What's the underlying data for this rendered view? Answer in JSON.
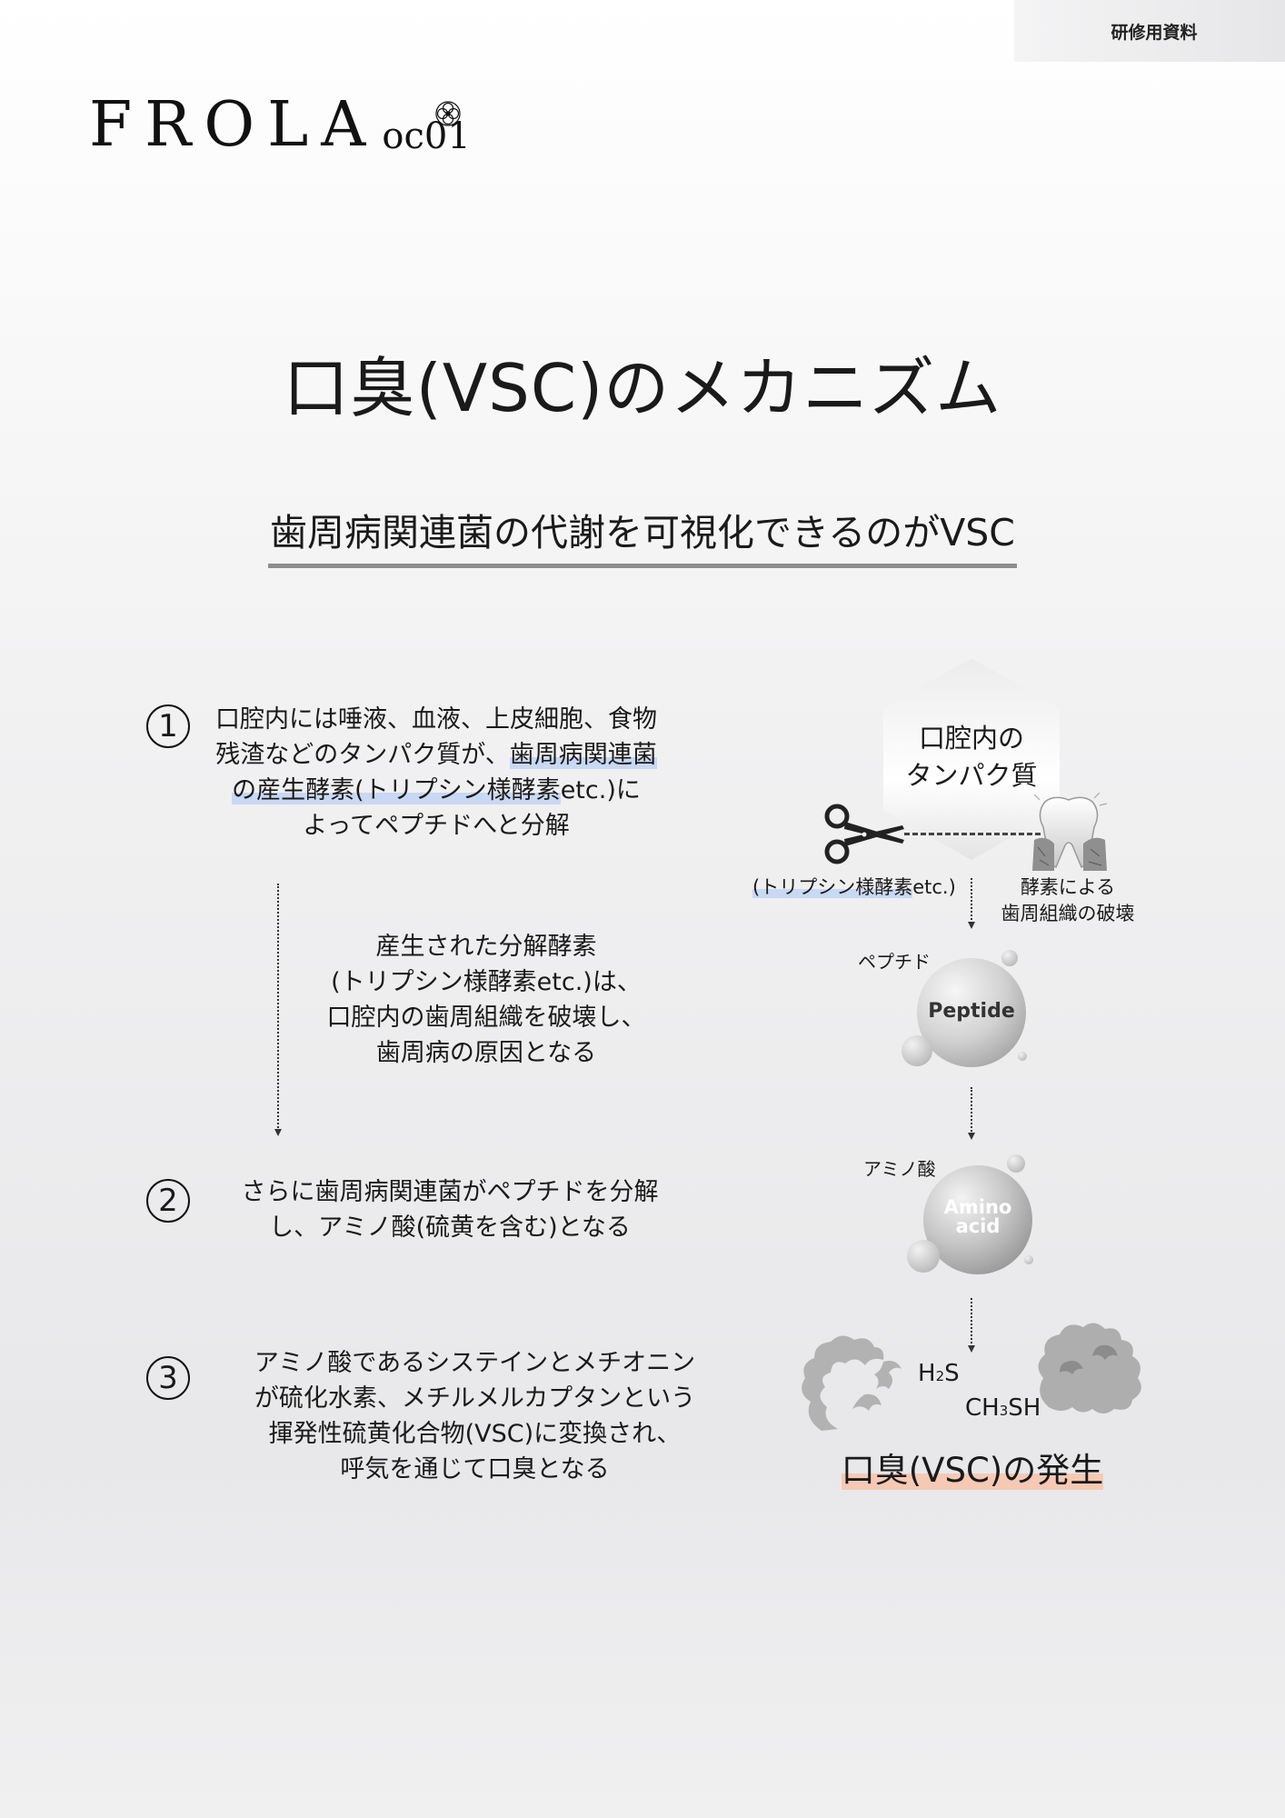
{
  "header": {
    "tag": "研修用資料"
  },
  "logo": {
    "main": "FROLA",
    "sub": "oc01"
  },
  "title": "口臭(VSC)のメカニズム",
  "subtitle": "歯周病関連菌の代謝を可視化できるのがVSC",
  "steps": {
    "s1": {
      "number": "1",
      "line1": "口腔内には唾液、血液、上皮細胞、食物",
      "line2a": "残渣などのタンパク質が、",
      "line2b": "歯周病関連菌",
      "line3a": "の産生酵素(トリプシン様酵素",
      "line3b": "etc.)に",
      "line4": "よってペプチドへと分解"
    },
    "note": {
      "line1": "産生された分解酵素",
      "line2": "(トリプシン様酵素etc.)は、",
      "line3": "口腔内の歯周組織を破壊し、",
      "line4": "歯周病の原因となる"
    },
    "s2": {
      "number": "2",
      "line1": "さらに歯周病関連菌がペプチドを分解",
      "line2": "し、アミノ酸(硫黄を含む)となる"
    },
    "s3": {
      "number": "3",
      "line1": "アミノ酸であるシステインとメチオニン",
      "line2": "が硫化水素、メチルメルカプタンという",
      "line3": "揮発性硫黄化合物(VSC)に変換され、",
      "line4": "呼気を通じて口臭となる"
    }
  },
  "diagram": {
    "hexagon": {
      "line1": "口腔内の",
      "line2": "タンパク質"
    },
    "enzyme_label_a": "(トリプシン様酵素",
    "enzyme_label_b": "etc.)",
    "tooth_label": {
      "line1": "酵素による",
      "line2": "歯周組織の破壊"
    },
    "peptide_label": "ペプチド",
    "peptide_bubble": "Peptide",
    "amino_label": "アミノ酸",
    "amino_bubble": {
      "line1": "Amino",
      "line2": "acid"
    },
    "gas1": {
      "main": "H",
      "sub": "2",
      "tail": "S"
    },
    "gas2": {
      "main": "CH",
      "sub": "3",
      "tail": "SH"
    },
    "result": "口臭(VSC)の発生"
  }
}
